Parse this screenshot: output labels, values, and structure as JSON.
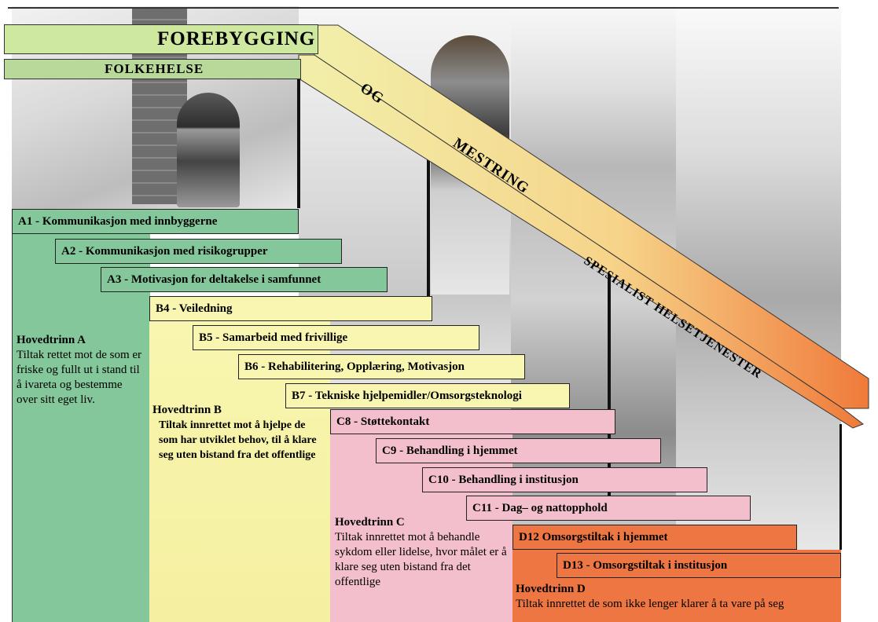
{
  "header": {
    "forebygging": "FOREBYGGING",
    "folkehelse": "FOLKEHELSE",
    "og": "OG",
    "mestring": "MESTRING",
    "spesialist": "SPESIALIST HELSETJENESTER"
  },
  "steps": {
    "a1": "A1 - Kommunikasjon med innbyggerne",
    "a2": "A2 - Kommunikasjon med risikogrupper",
    "a3": "A3 - Motivasjon for deltakelse i samfunnet",
    "b4": "B4 - Veiledning",
    "b5": "B5 - Samarbeid med frivillige",
    "b6": "B6 - Rehabilitering, Opplæring, Motivasjon",
    "b7": "B7 - Tekniske hjelpemidler/Omsorgsteknologi",
    "c8": "C8 - Støttekontakt",
    "c9": "C9 - Behandling i hjemmet",
    "c10": "C10 - Behandling i institusjon",
    "c11": "C11 - Dag– og nattopphold",
    "d12": "D12 Omsorgstiltak i hjemmet",
    "d13": "D13 - Omsorgstiltak i institusjon"
  },
  "main_steps": {
    "a_title": "Hovedtrinn A",
    "a_text": "Tiltak rettet mot de som er friske og fullt ut i stand til å ivareta og bestemme over sitt eget liv.",
    "b_title": "Hovedtrinn B",
    "b_text": "Tiltak innrettet mot å hjelpe de som har utviklet behov, til å klare seg uten bistand fra det offentlige",
    "c_title": "Hovedtrinn C",
    "c_text": "Tiltak innrettet mot å behandle sykdom eller lidelse, hvor målet er å klare seg uten bistand fra det offentlige",
    "d_title": "Hovedtrinn D",
    "d_text": "Tiltak innrettet de som ikke lenger klarer å ta vare på seg"
  },
  "colors": {
    "green": "#84c79a",
    "yellow": "#f8f6b0",
    "pink": "#f4bfcc",
    "orange": "#ee7642"
  }
}
